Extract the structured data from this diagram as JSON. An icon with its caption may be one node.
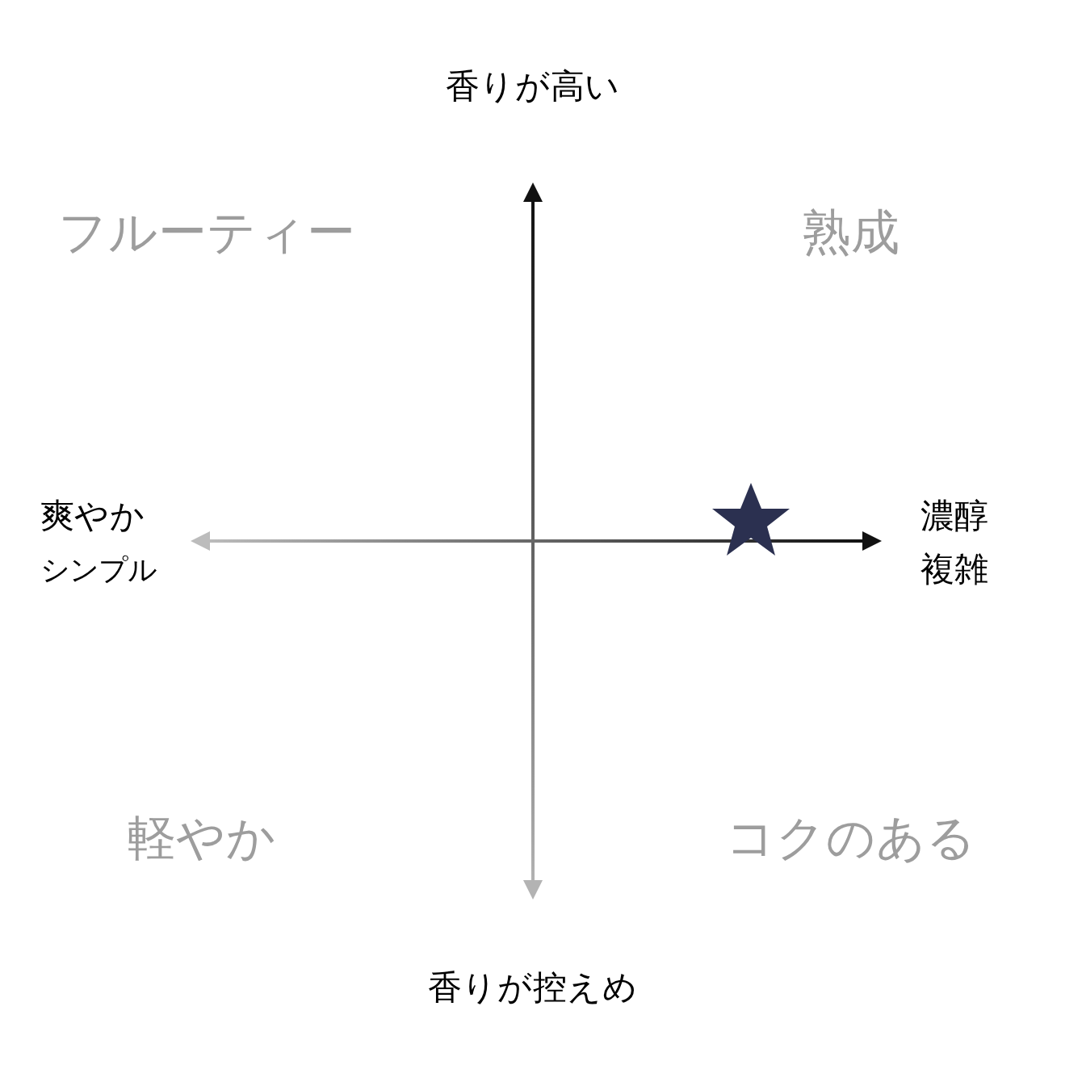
{
  "diagram": {
    "labels": [
      "香りが高い",
      "フルーティー",
      "熟成",
      "爽やか",
      "シンプル",
      "濃醇",
      "複雑",
      "軽やか",
      "コクのある",
      "香りが控えめ"
    ]
  }
}
